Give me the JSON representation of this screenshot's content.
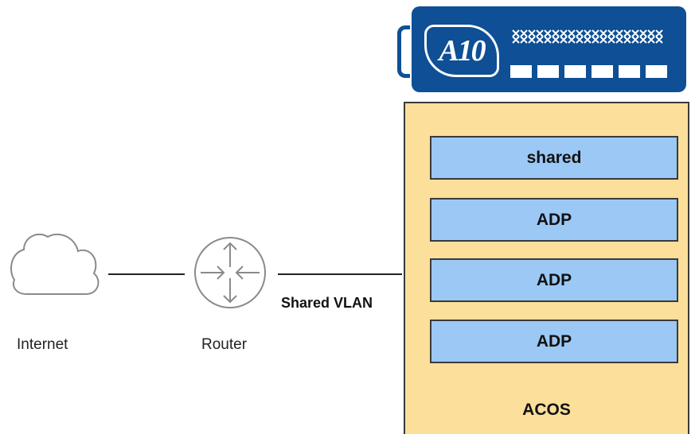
{
  "network": {
    "internet_label": "Internet",
    "router_label": "Router",
    "link_label": "Shared VLAN"
  },
  "device": {
    "logo_text": "A10",
    "icon": "a10-appliance-icon",
    "color": "#0e4f95"
  },
  "acos": {
    "label": "ACOS",
    "partitions": [
      {
        "label": "shared"
      },
      {
        "label": "ADP"
      },
      {
        "label": "ADP"
      },
      {
        "label": "ADP"
      }
    ],
    "box_color": "#fbdf9a",
    "partition_color": "#9cc8f5"
  }
}
